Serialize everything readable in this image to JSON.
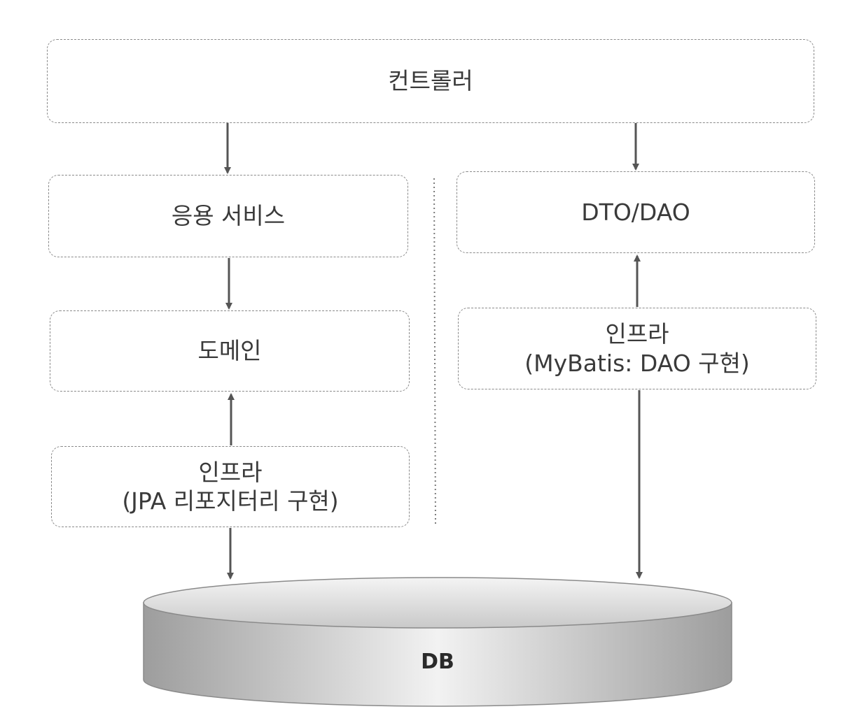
{
  "controller": {
    "label": "컨트롤러"
  },
  "left_column": {
    "app_service": {
      "label": "응용 서비스"
    },
    "domain": {
      "label": "도메인"
    },
    "infra": {
      "title": "인프라",
      "subtitle": "(JPA 리포지터리 구현)"
    }
  },
  "right_column": {
    "dto_dao": {
      "label": "DTO/DAO"
    },
    "infra": {
      "title": "인프라",
      "subtitle": "(MyBatis: DAO 구현)"
    }
  },
  "database": {
    "label": "DB"
  },
  "colors": {
    "line": "#555555",
    "box_border": "#8a8a8a",
    "db_top": "#e2e2e2",
    "db_side": "#bdbdbd"
  }
}
